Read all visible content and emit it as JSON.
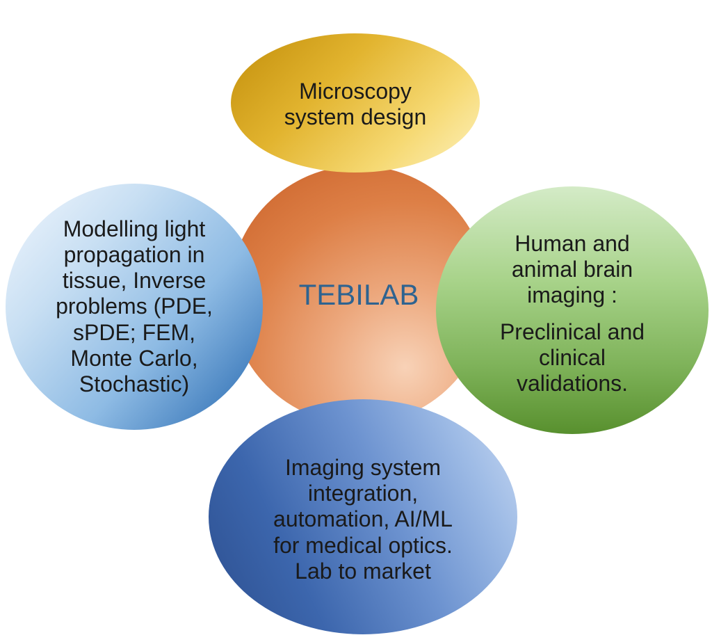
{
  "center": {
    "label": "TEBILAB",
    "color": "#2e6390"
  },
  "nodes": {
    "top": {
      "lines": [
        "Microscopy",
        "system design"
      ],
      "color": "#e2b42f"
    },
    "right": {
      "lines": [
        "Human and",
        "animal brain",
        "imaging :",
        "Preclinical and",
        "clinical",
        "validations."
      ],
      "color": "#7fb35a"
    },
    "left": {
      "lines": [
        "Modelling light",
        "propagation in",
        "tissue, Inverse",
        "problems (PDE,",
        "sPDE; FEM,",
        "Monte Carlo,",
        "Stochastic)"
      ],
      "color": "#8ebbe4"
    },
    "bottom": {
      "lines": [
        "Imaging system",
        "integration,",
        "automation, AI/ML",
        "for medical optics.",
        "Lab to market"
      ],
      "color": "#3c66ad"
    }
  }
}
